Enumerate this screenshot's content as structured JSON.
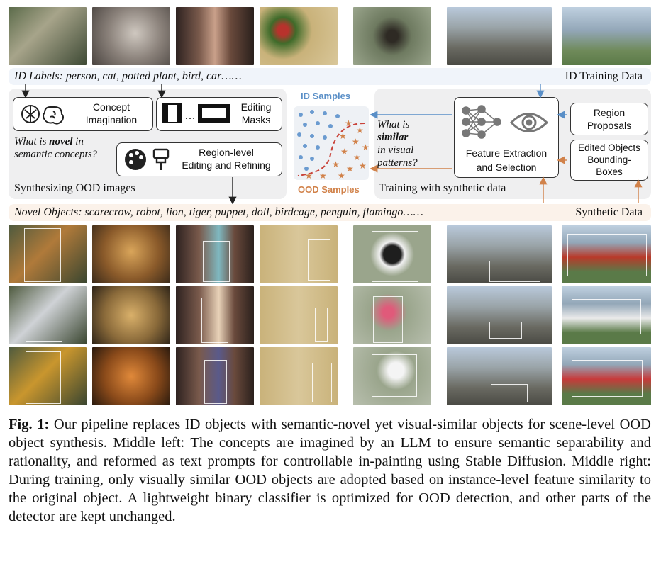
{
  "id_labels": "ID Labels: person, cat, potted plant, bird, car……",
  "id_training_data": "ID Training Data",
  "novel_objects": "Novel Objects: scarecrow, robot, lion, tiger, puppet, doll, birdcage, penguin, flamingo……",
  "synthetic_data": "Synthetic Data",
  "left_panel": {
    "title": "Synthesizing OOD images",
    "concept_box": "Concept\nImagination",
    "editing_masks_box": "Editing\nMasks",
    "question_prefix": "What is ",
    "question_bold": "novel",
    "question_suffix": " in\nsemantic concepts?",
    "region_box": "Region-level\nEditing and Refining"
  },
  "middle": {
    "id_samples": "ID Samples",
    "ood_samples": "OOD Samples",
    "question_prefix": "What is ",
    "question_bold": "similar",
    "question_suffix": "\nin visual\npatterns?"
  },
  "right_panel": {
    "title": "Training with synthetic data",
    "feature_box": "Feature Extraction\nand Selection",
    "region_proposals": "Region\nProposals",
    "edited_objects": "Edited Objects\nBounding-\nBoxes"
  },
  "colors": {
    "id_blue": "#5a8fc7",
    "ood_orange": "#d1824a",
    "panel_gray": "#efeff0",
    "band_blue": "#f0f4fa",
    "band_orange": "#fbf2ea"
  },
  "caption": {
    "label": "Fig. 1:",
    "text": " Our pipeline replaces ID objects with semantic-novel yet visual-similar objects for scene-level OOD object synthesis. Middle left: The concepts are imagined by an LLM to ensure semantic separability and rationality, and reformed as text prompts for controllable in-painting using Stable Diffusion. Middle right: During training, only visually similar OOD objects are adopted based on instance-level feature similarity to the original object. A lightweight binary classifier is optimized for OOD detection, and other parts of the detector are kept unchanged."
  }
}
